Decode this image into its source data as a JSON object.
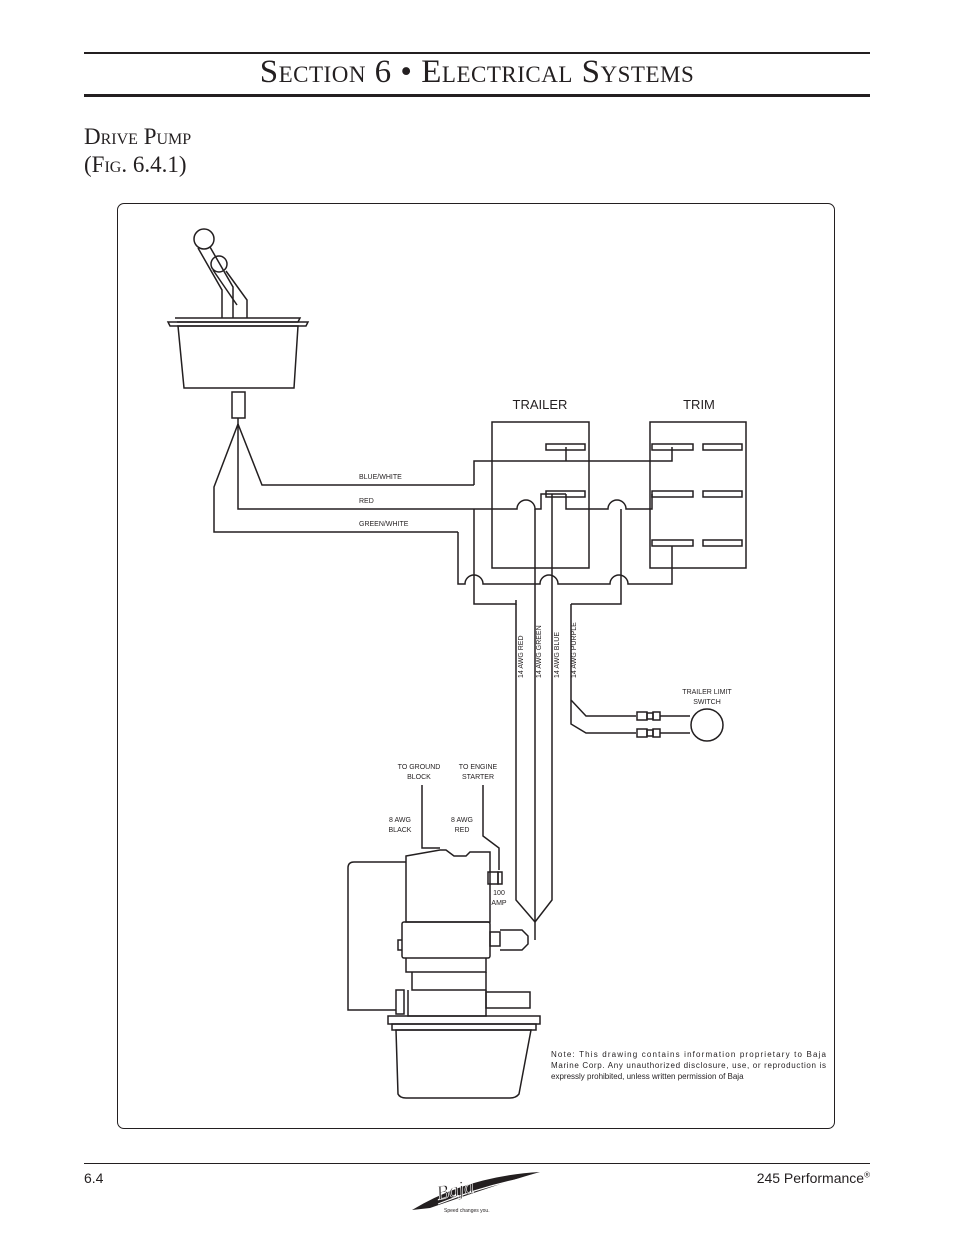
{
  "header": {
    "title": "Section 6 • Electrical Systems"
  },
  "section": {
    "title_line1": "Drive Pump",
    "title_line2": "(Fig. 6.4.1)"
  },
  "diagram": {
    "switch_labels": {
      "trailer": "TRAILER",
      "trim": "TRIM"
    },
    "wire_labels": {
      "blue_white": "BLUE/WHITE",
      "red": "RED",
      "green_white": "GREEN/WHITE"
    },
    "awg_labels": [
      "14 AWG RED",
      "14 AWG GREEN",
      "14 AWG BLUE",
      "14 AWG PURPLE"
    ],
    "trailer_limit_switch": [
      "TRAILER LIMIT",
      "SWITCH"
    ],
    "to_ground_block": [
      "TO GROUND",
      "BLOCK"
    ],
    "to_engine_starter": [
      "TO ENGINE",
      "STARTER"
    ],
    "awg_black": [
      "8 AWG",
      "BLACK"
    ],
    "awg_red": [
      "8 AWG",
      "RED"
    ],
    "fuse": [
      "100",
      "AMP"
    ],
    "note_lines": [
      "Note:   This drawing contains information proprietary to Baja",
      "Marine Corp.  Any unauthorized disclosure, use, or reproduction is",
      "expressly prohibited, unless written permission of Baja"
    ]
  },
  "footer": {
    "page_number": "6.4",
    "model": "245 Performance",
    "model_mark": "®",
    "logo_text": "Baja",
    "tagline": "Speed changes you."
  }
}
